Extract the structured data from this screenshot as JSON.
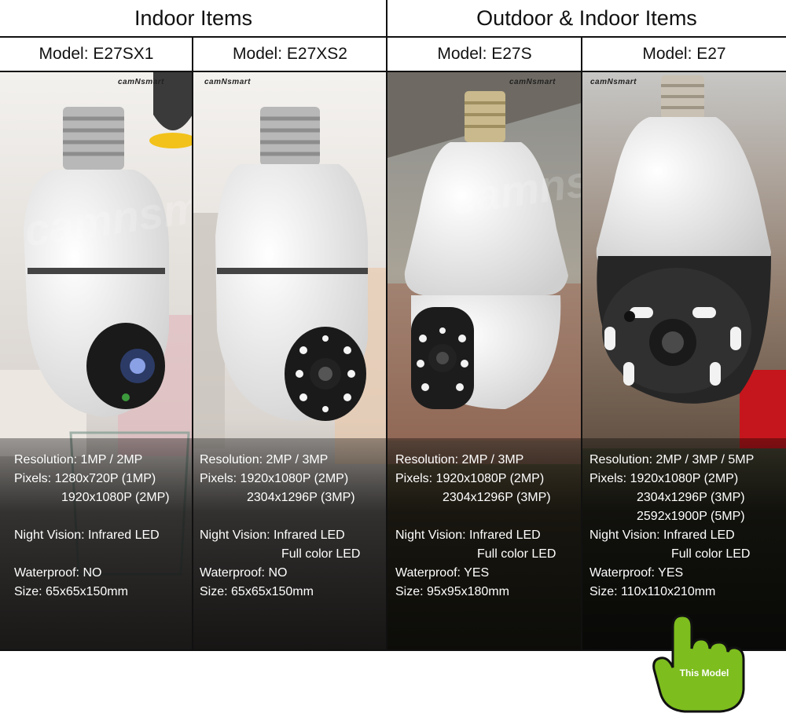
{
  "groups": [
    {
      "title": "Indoor Items"
    },
    {
      "title": "Outdoor & Indoor Items"
    }
  ],
  "brand": "camNsmart",
  "watermark": "camnsmart",
  "models": [
    {
      "name": "Model: E27SX1",
      "resolution": "Resolution: 1MP / 2MP",
      "pixels": [
        "Pixels: 1280x720P (1MP)",
        "1920x1080P (2MP)"
      ],
      "night_vision": [
        "Night Vision: Infrared LED"
      ],
      "waterproof": "Waterproof: NO",
      "size": "Size: 65x65x150mm"
    },
    {
      "name": "Model: E27XS2",
      "resolution": "Resolution: 2MP / 3MP",
      "pixels": [
        "Pixels: 1920x1080P (2MP)",
        "2304x1296P (3MP)"
      ],
      "night_vision": [
        "Night Vision: Infrared LED",
        "Full color LED"
      ],
      "waterproof": "Waterproof: NO",
      "size": "Size: 65x65x150mm"
    },
    {
      "name": "Model: E27S",
      "resolution": "Resolution: 2MP / 3MP",
      "pixels": [
        "Pixels: 1920x1080P (2MP)",
        "2304x1296P (3MP)"
      ],
      "night_vision": [
        "Night Vision: Infrared LED",
        "Full color LED"
      ],
      "waterproof": "Waterproof: YES",
      "size": "Size: 95x95x180mm"
    },
    {
      "name": "Model: E27",
      "resolution": "Resolution: 2MP / 3MP / 5MP",
      "pixels": [
        "Pixels: 1920x1080P (2MP)",
        "2304x1296P (3MP)",
        "2592x1900P (5MP)"
      ],
      "night_vision": [
        "Night Vision: Infrared LED",
        "Full color LED"
      ],
      "waterproof": "Waterproof: YES",
      "size": "Size: 110x110x210mm"
    }
  ],
  "badge": "This Model",
  "colors": {
    "badge_green": "#7dbd1e",
    "divider": "#111111"
  }
}
